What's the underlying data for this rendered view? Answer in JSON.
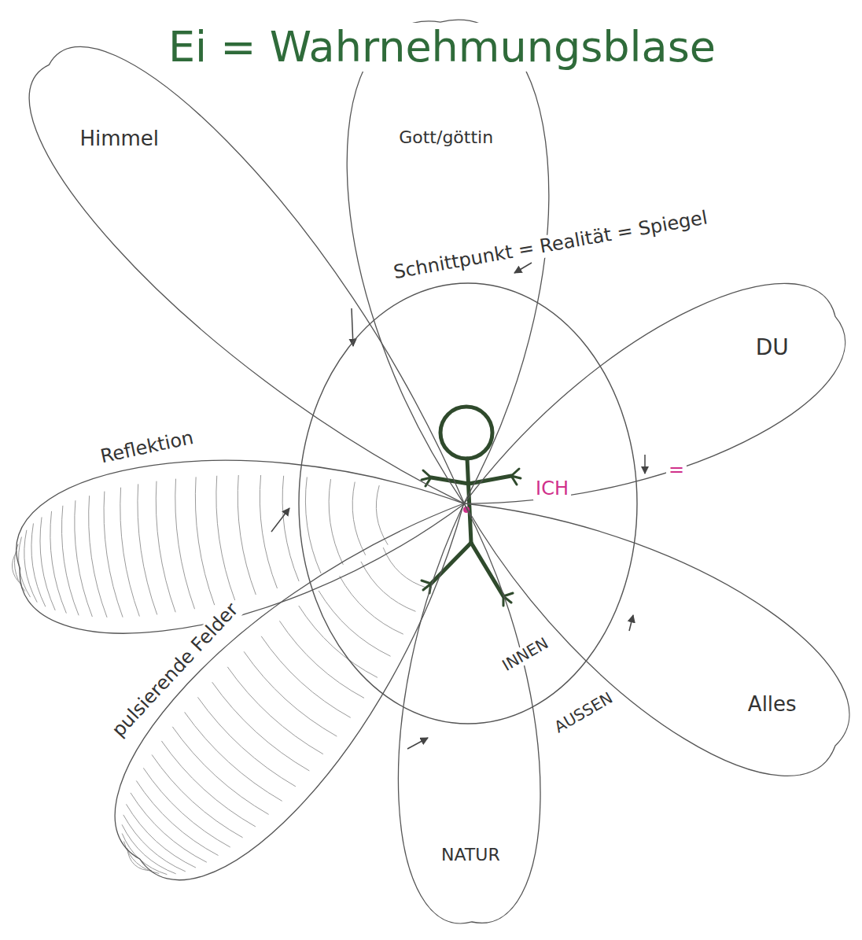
{
  "diagram": {
    "title": "Ei = Wahrnehmungsblase",
    "nodes": [
      {
        "text": [
          "ICH",
          "INNEN"
        ]
      },
      {
        "text": [
          "Gott/göttin"
        ]
      },
      {
        "text": [
          "Himmel"
        ]
      },
      {
        "text": [
          "DU"
        ]
      },
      {
        "text": [
          "Reflektion"
        ]
      },
      {
        "text": [
          "pulsierende Felder"
        ]
      },
      {
        "text": [
          "NATUR"
        ]
      },
      {
        "text": [
          "Alles"
        ]
      }
    ],
    "labels": [
      "Schnittpunkt = Realität = Spiegel",
      "=",
      "AUSSEN"
    ]
  }
}
